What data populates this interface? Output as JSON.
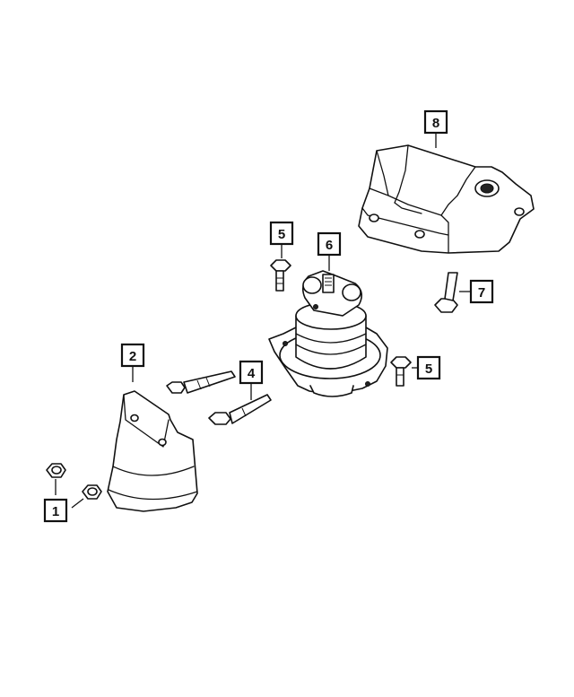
{
  "callouts": [
    {
      "id": "c1",
      "label": "1"
    },
    {
      "id": "c2",
      "label": "2"
    },
    {
      "id": "c4",
      "label": "4"
    },
    {
      "id": "c5a",
      "label": "5"
    },
    {
      "id": "c5b",
      "label": "5"
    },
    {
      "id": "c6",
      "label": "6"
    },
    {
      "id": "c7",
      "label": "7"
    },
    {
      "id": "c8",
      "label": "8"
    }
  ]
}
